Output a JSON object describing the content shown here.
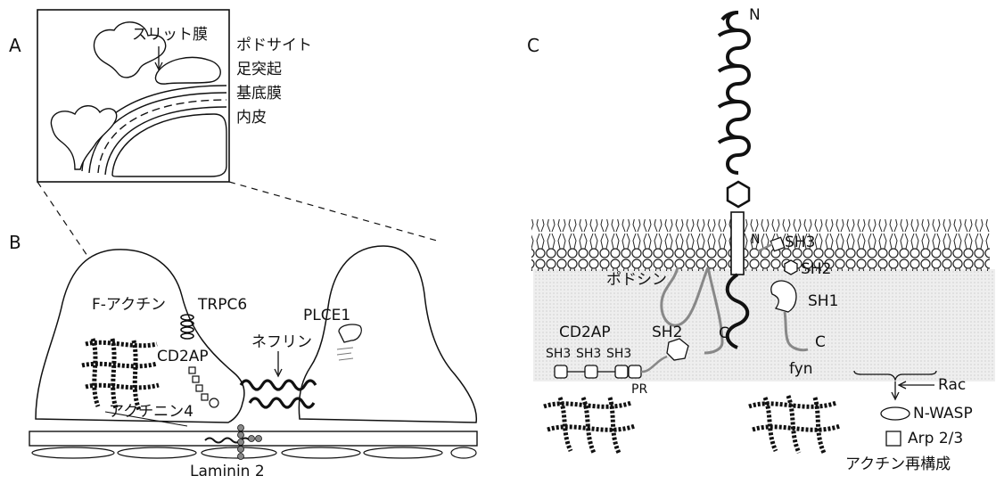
{
  "panel_a": {
    "letter": "A",
    "slit_label": "スリット膜",
    "legend": [
      "ポドサイト",
      "足突起",
      "基底膜",
      "内皮"
    ]
  },
  "panel_b": {
    "letter": "B",
    "labels": {
      "f_actin": "F-アクチン",
      "trpc6": "TRPC6",
      "plce1": "PLCE1",
      "cd2ap": "CD2AP",
      "nephrin": "ネフリン",
      "actinin4": "アクチニン4",
      "laminin": "Laminin 2"
    }
  },
  "panel_c": {
    "letter": "C",
    "labels": {
      "n_term": "N",
      "n_inner": "N",
      "podocin": "ポドシン",
      "c_nephrin": "C",
      "sh3_fyn": "SH3",
      "sh2_fyn": "SH2",
      "sh1": "SH1",
      "c_fyn": "C",
      "fyn": "fyn",
      "cd2ap": "CD2AP",
      "sh2": "SH2",
      "sh3_a": "SH3",
      "sh3_b": "SH3",
      "sh3_c": "SH3",
      "pr": "PR",
      "rac": "Rac",
      "nwasp": "N-WASP",
      "arp": "Arp 2/3",
      "actin_reorg": "アクチン再構成"
    }
  }
}
